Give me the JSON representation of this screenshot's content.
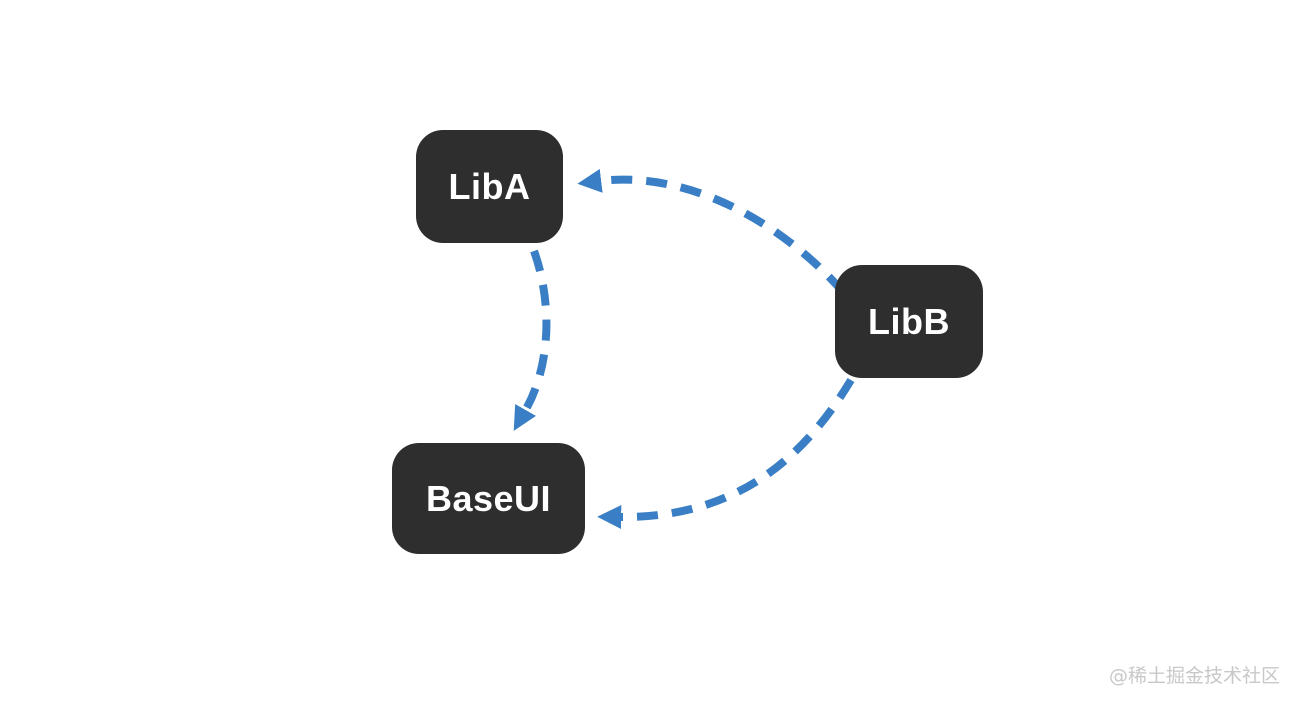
{
  "diagram": {
    "nodes": [
      {
        "id": "LibA",
        "label": "LibA"
      },
      {
        "id": "LibB",
        "label": "LibB"
      },
      {
        "id": "BaseUI",
        "label": "BaseUI"
      }
    ],
    "edges": [
      {
        "from": "LibB",
        "to": "LibA",
        "style": "dashed-arrow"
      },
      {
        "from": "LibA",
        "to": "BaseUI",
        "style": "dashed-arrow"
      },
      {
        "from": "LibB",
        "to": "BaseUI",
        "style": "dashed-arrow"
      }
    ],
    "colors": {
      "background": "#ffffff",
      "node_fill": "#2e2e2e",
      "node_text": "#ffffff",
      "arrow": "#3a7fc5",
      "watermark_text": "#c8c8c8"
    }
  },
  "watermark": {
    "text": "@稀土掘金技术社区"
  }
}
